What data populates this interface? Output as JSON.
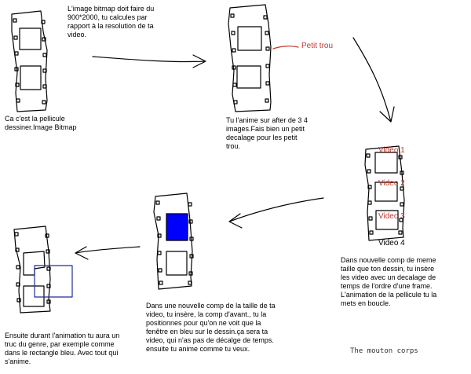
{
  "notes": {
    "film_strip_caption": "Ca c'est la pellicule\ndessiner.Image Bitmap",
    "bitmap_size_note": "L'image bitmap doit faire du\n900*2000, tu calcules par\nrapport à la resolution de ta\nvideo.",
    "animate_note": "Tu l'anime sur after de 3 4\nimages.Fais bien un petit\ndecalage pour les petit\ntrou.",
    "video_insert_note": "Dans nouvelle comp de meme\ntaille que ton dessin, tu insère\nles video avec un decalage de\ntemps de l'ordre d'une frame.\nL'animation de la pellicule tu la\nmets en boucle.",
    "window_comp_note": "Dans une nouvelle comp de la taille de ta\nvideo, tu insère, la comp d'avant., tu la\npositionnes pour qu'on ne voit que la\nfenêtre en bleu sur le dessin.ça sera ta\nvideo, qui n'as pas de décalge de temps.\nensuite tu anime comme tu veux.",
    "result_note": "Ensuite durant l'animation tu aura un\ntruc du genre, par exemple comme\ndans le rectangle bleu. Avec tout qui\ns'anime."
  },
  "labels": {
    "petit_trou": "Petit trou",
    "video_1": "Video 1",
    "video_2": "Video 2",
    "video_3": "Video 3",
    "video_4": "Video 4"
  },
  "credit": "The mouton corps",
  "colors": {
    "ink": "#000000",
    "red_annotation": "#c0392b",
    "blue_fill": "#0000ff",
    "blue_outline": "#1f2f9a"
  }
}
